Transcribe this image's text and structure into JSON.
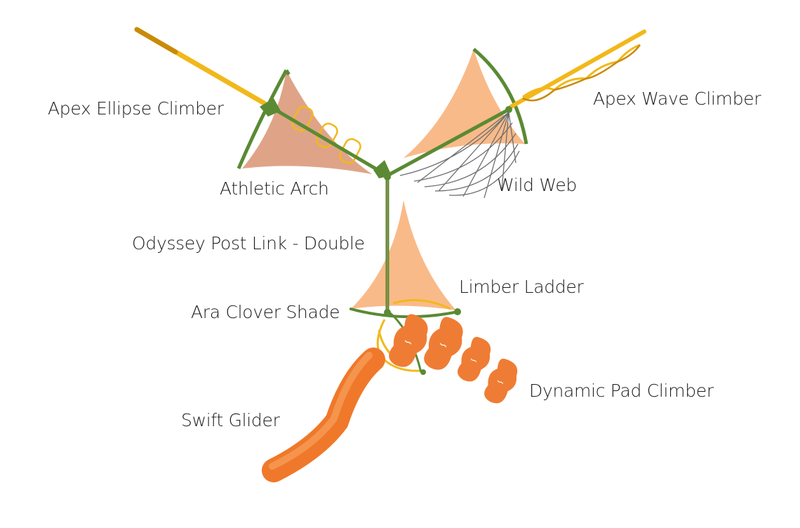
{
  "colors": {
    "frame_green": "#5a8a34",
    "shade_peach": "#f8b27c",
    "shade_dark": "#d99472",
    "climber_yellow": "#f2b81a",
    "climber_dark": "#c98a08",
    "slide_orange": "#f0782a",
    "pad_orange": "#ef7c34",
    "web_gray": "#6e6e6e",
    "label_text": "#1c1c1c"
  },
  "labels": {
    "apex_ellipse_climber": "Apex Ellipse Climber",
    "apex_wave_climber": "Apex Wave Climber",
    "athletic_arch": "Athletic Arch",
    "wild_web": "Wild Web",
    "odyssey_post_link": "Odyssey Post Link - Double",
    "limber_ladder": "Limber Ladder",
    "ara_clover_shade": "Ara Clover Shade",
    "dynamic_pad_climber": "Dynamic Pad Climber",
    "swift_glider": "Swift Glider"
  }
}
